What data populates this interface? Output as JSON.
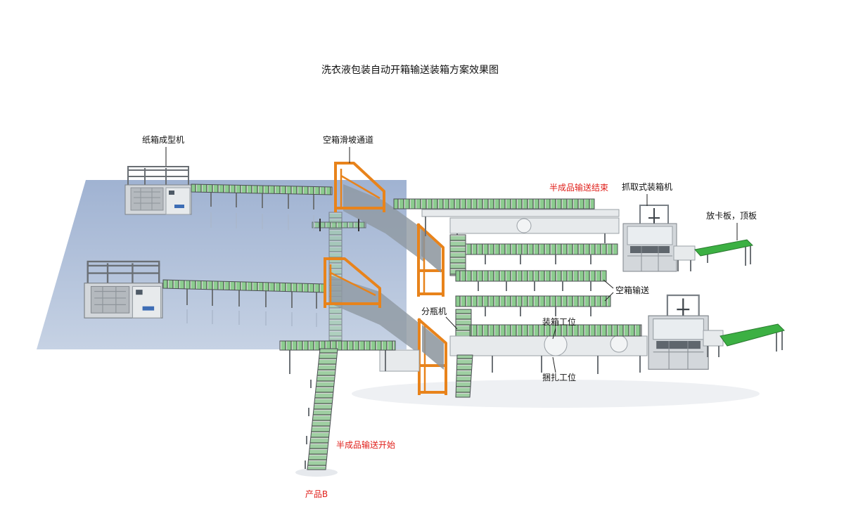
{
  "title": "洗衣液包装自动开箱输送装箱方案效果图",
  "labels": {
    "carton_former": "纸箱成型机",
    "empty_box_chute": "空箱滑坡通道",
    "semi_product_end": "半成品输送结束",
    "pick_case_packer": "抓取式装箱机",
    "pallet_board": "放卡板，顶板",
    "empty_box_conveyor": "空箱输送",
    "bottle_divider": "分瓶机",
    "packing_station": "装箱工位",
    "strapping_station": "捆扎工位",
    "semi_product_start": "半成品输送开始",
    "product_b": "产品B"
  },
  "colors": {
    "label_red": "#e0201b",
    "orange_frame": "#e8831b",
    "green_conveyor": "#3cb043",
    "platform_blue": "#9fb3d3"
  }
}
